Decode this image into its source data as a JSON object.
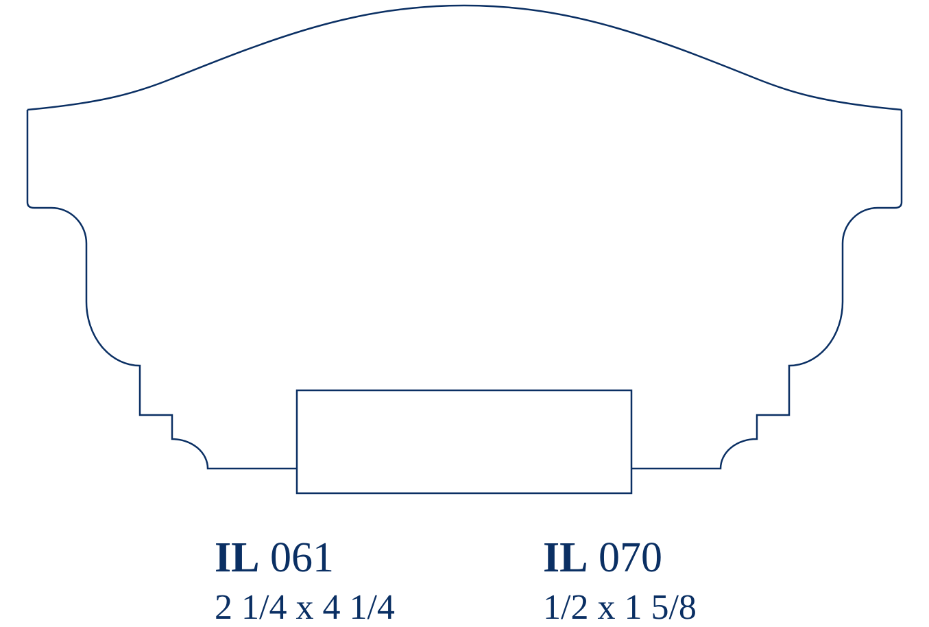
{
  "colors": {
    "stroke": "#0a2f63",
    "text": "#0a2f63",
    "background": "#ffffff"
  },
  "products": [
    {
      "prefix": "IL",
      "number": "061",
      "dimensions": "2 1/4 x 4 1/4"
    },
    {
      "prefix": "IL",
      "number": "070",
      "dimensions": "1/2 x 1 5/8"
    }
  ]
}
